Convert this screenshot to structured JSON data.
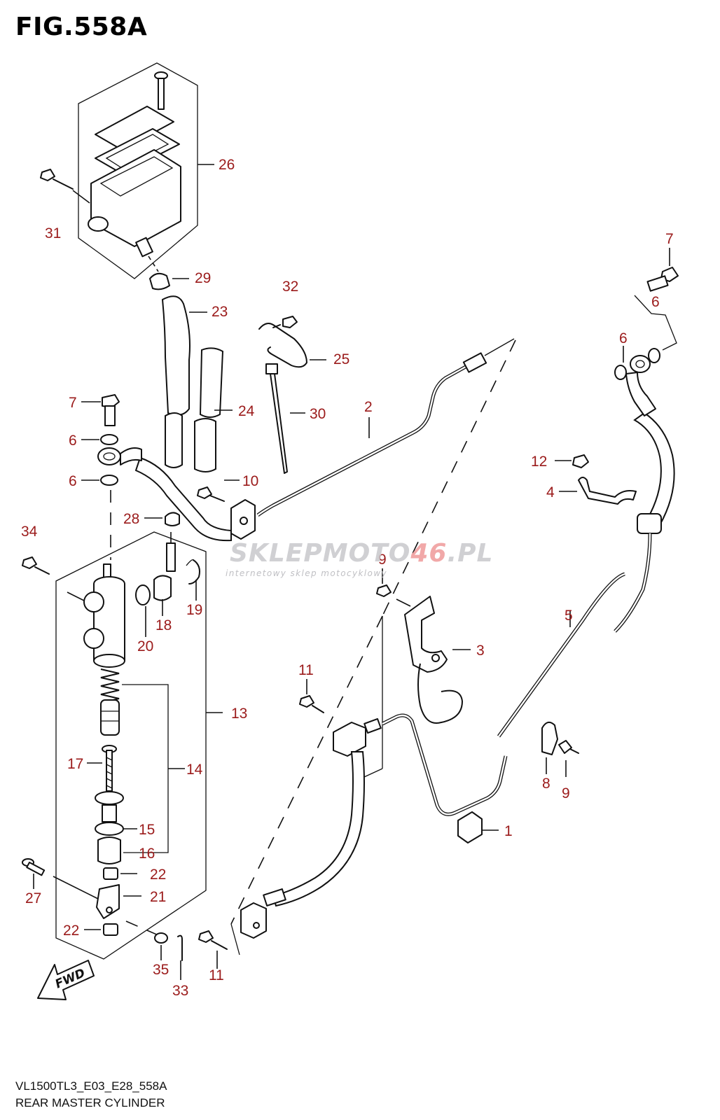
{
  "figure": {
    "title": "FIG.558A",
    "model_code": "VL1500TL3_E03_E28_558A",
    "name": "REAR MASTER CYLINDER"
  },
  "watermark": {
    "brand_main": "SKLEPMOTO",
    "brand_accent": "46",
    "brand_tail": ".PL",
    "tagline": "internetowy sklep motocyklowy"
  },
  "fwd_badge": "FWD",
  "callouts": [
    "26",
    "31",
    "29",
    "23",
    "24",
    "32",
    "25",
    "30",
    "2",
    "7",
    "6",
    "6",
    "6",
    "6",
    "7",
    "10",
    "28",
    "12",
    "4",
    "34",
    "9",
    "19",
    "18",
    "20",
    "3",
    "5",
    "13",
    "11",
    "14",
    "17",
    "15",
    "16",
    "8",
    "9",
    "1",
    "27",
    "22",
    "21",
    "22",
    "35",
    "33",
    "11"
  ],
  "colors": {
    "callout": "#9b1b1b",
    "line": "#111111"
  }
}
